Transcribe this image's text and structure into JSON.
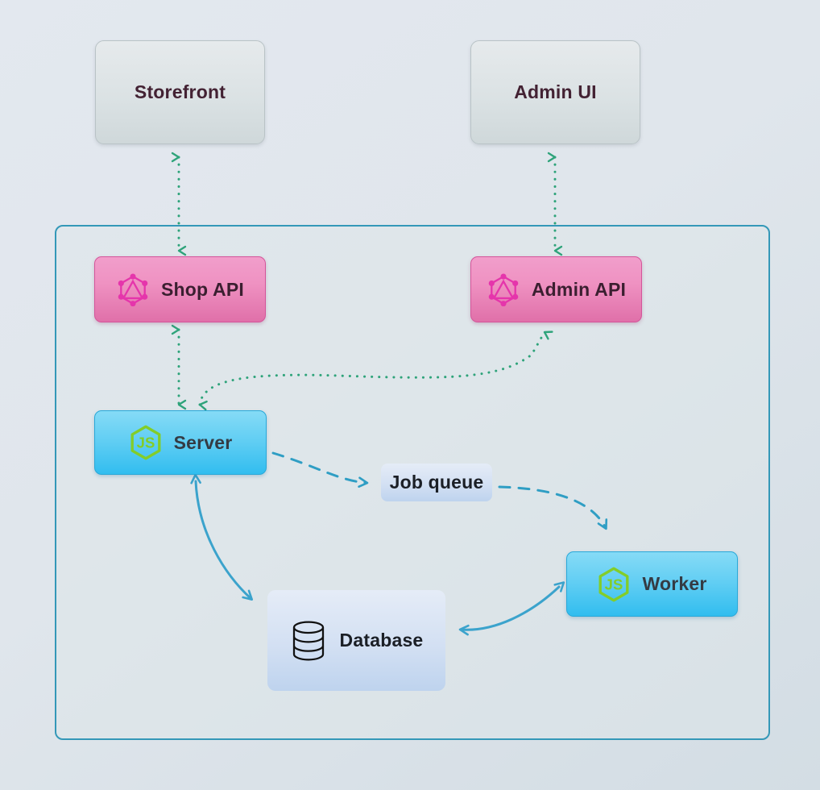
{
  "diagram": {
    "title": "Vendure architecture overview",
    "background_from": "#e3e8ef",
    "background_to": "#d3dde4"
  },
  "boundary": {
    "name": "vendure-server-boundary",
    "border_color": "#3498b8"
  },
  "nodes": [
    {
      "id": "storefront",
      "label": "Storefront",
      "kind": "client",
      "icon": null,
      "color": "#dbe2e4"
    },
    {
      "id": "adminui",
      "label": "Admin UI",
      "kind": "client",
      "icon": null,
      "color": "#dbe2e4"
    },
    {
      "id": "shopapi",
      "label": "Shop API",
      "kind": "api",
      "icon": "graphql-icon",
      "color": "#ef92c2"
    },
    {
      "id": "adminapi",
      "label": "Admin API",
      "kind": "api",
      "icon": "graphql-icon",
      "color": "#ef92c2"
    },
    {
      "id": "server",
      "label": "Server",
      "kind": "service",
      "icon": "nodejs-icon",
      "color": "#5fcdf3"
    },
    {
      "id": "worker",
      "label": "Worker",
      "kind": "service",
      "icon": "nodejs-icon",
      "color": "#5fcdf3"
    },
    {
      "id": "jobqueue",
      "label": "Job queue",
      "kind": "passive",
      "icon": null,
      "color": "#d3e0f3"
    },
    {
      "id": "database",
      "label": "Database",
      "kind": "passive",
      "icon": "database-icon",
      "color": "#d3e0f3"
    }
  ],
  "edges": [
    {
      "id": "storefront-shopapi",
      "from": "Storefront",
      "to": "Shop API",
      "style": "dotted",
      "arrows": "both",
      "color": "#2ea37a"
    },
    {
      "id": "adminui-adminapi",
      "from": "Admin UI",
      "to": "Admin API",
      "style": "dotted",
      "arrows": "both",
      "color": "#2ea37a"
    },
    {
      "id": "shopapi-server",
      "from": "Shop API",
      "to": "Server",
      "style": "dotted",
      "arrows": "both",
      "color": "#2ea37a"
    },
    {
      "id": "server-adminapi",
      "from": "Server",
      "to": "Admin API",
      "style": "dotted",
      "arrows": "both",
      "color": "#2ea37a"
    },
    {
      "id": "server-jobqueue",
      "from": "Server",
      "to": "Job queue",
      "style": "dashed",
      "arrows": "end",
      "color": "#2f9ec4"
    },
    {
      "id": "jobqueue-worker",
      "from": "Job queue",
      "to": "Worker",
      "style": "dashed",
      "arrows": "end",
      "color": "#2f9ec4"
    },
    {
      "id": "server-database",
      "from": "Server",
      "to": "Database",
      "style": "solid",
      "arrows": "both",
      "color": "#3ba3cc"
    },
    {
      "id": "worker-database",
      "from": "Worker",
      "to": "Database",
      "style": "solid",
      "arrows": "both",
      "color": "#3ba3cc"
    }
  ],
  "icons": {
    "graphql": {
      "name": "graphql-icon",
      "color": "#e535ab"
    },
    "nodejs": {
      "name": "nodejs-icon",
      "color": "#83cd29"
    },
    "database": {
      "name": "database-icon",
      "color": "#111111"
    }
  }
}
